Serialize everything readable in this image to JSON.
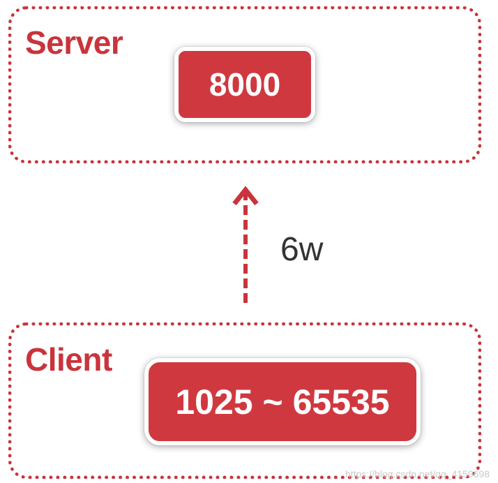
{
  "server": {
    "title": "Server",
    "port": "8000"
  },
  "client": {
    "title": "Client",
    "port_range": "1025 ~ 65535"
  },
  "connection": {
    "label": "6w",
    "direction": "client-to-server",
    "arrow_icon": "dashed-up-arrow-icon"
  },
  "watermark": "https://blog.csdn.net/qq_4159698",
  "colors": {
    "accent": "#c9343c",
    "badge": "#d0383f",
    "text": "#333333"
  }
}
